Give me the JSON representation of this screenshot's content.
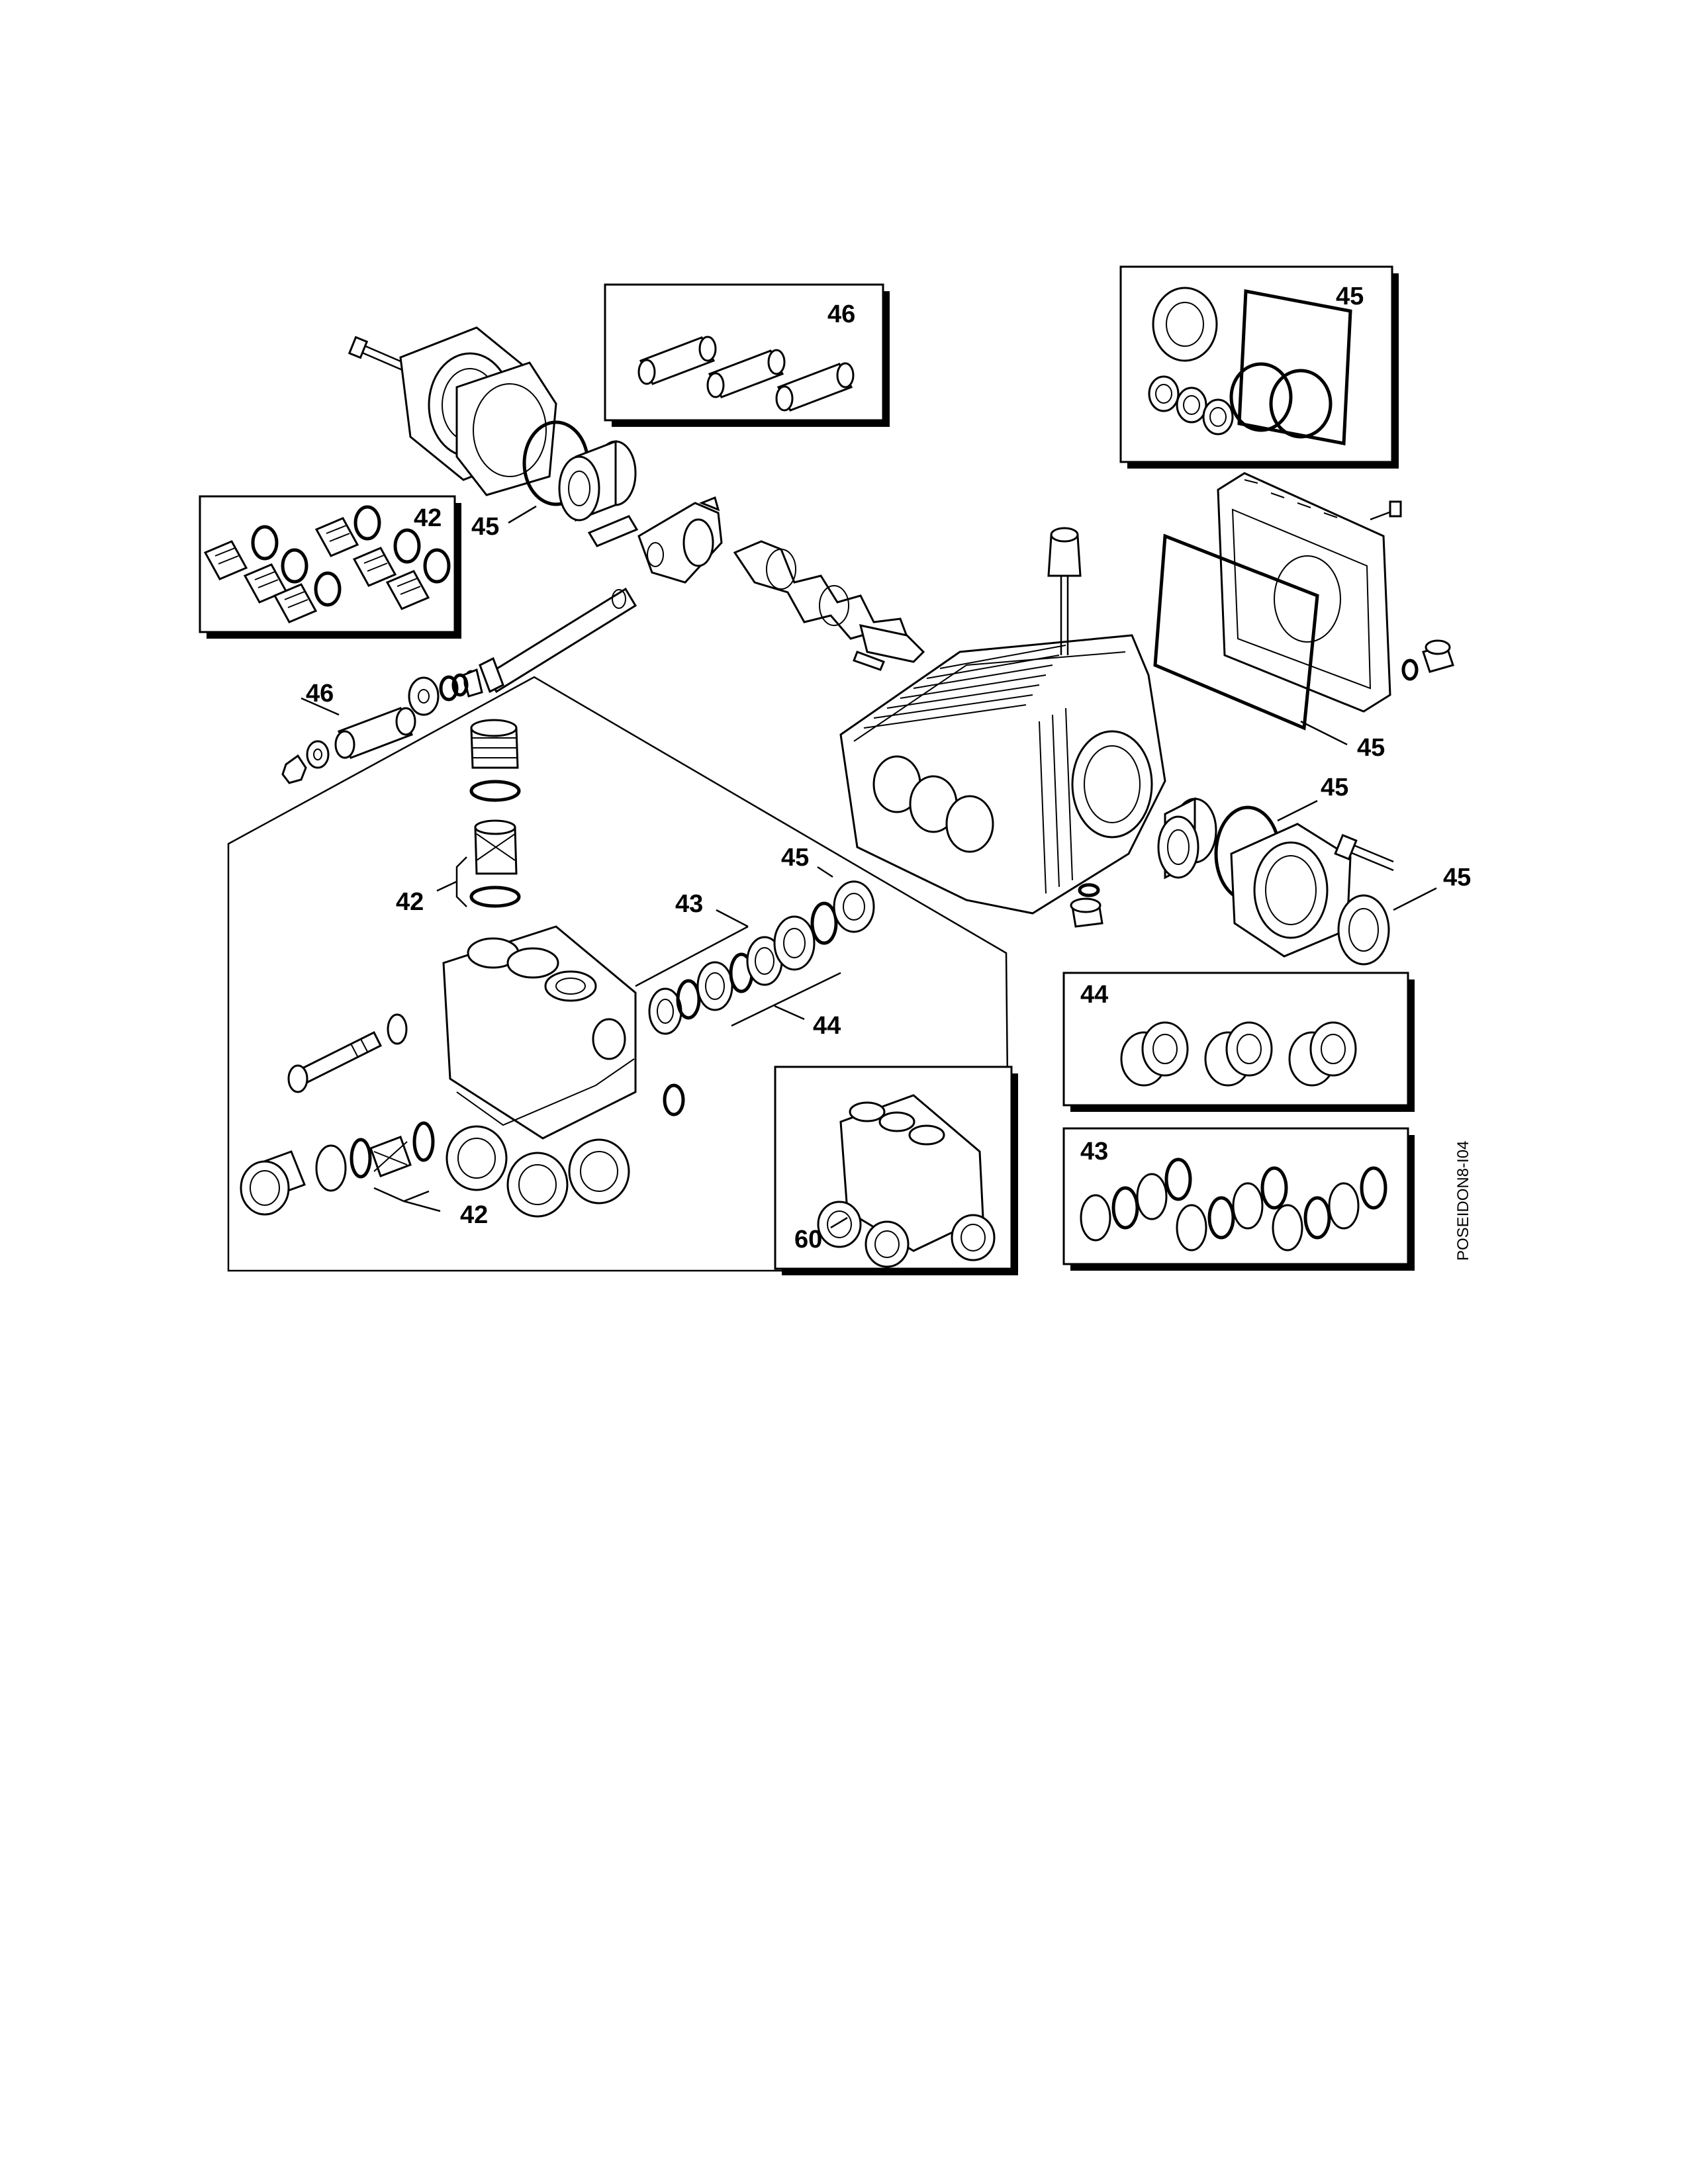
{
  "drawing_code": "POSEIDON8-I04",
  "callouts": {
    "kit_46_box": "46",
    "kit_45_box": "45",
    "kit_42_box": "42",
    "kit_44_box": "44",
    "kit_43_box": "43",
    "kit_60_box": "60",
    "ref_45_front_seal": "45",
    "ref_46_plunger": "46",
    "ref_42_upper_valve": "42",
    "ref_43_packing": "43",
    "ref_44_packing": "44",
    "ref_45_packing": "45",
    "ref_42_lower_valve": "42",
    "ref_45_cover_gasket": "45",
    "ref_45_bearing_oring": "45",
    "ref_45_shaft_seal": "45"
  },
  "colors": {
    "line": "#000000",
    "background": "#ffffff",
    "shadow": "#000000"
  }
}
